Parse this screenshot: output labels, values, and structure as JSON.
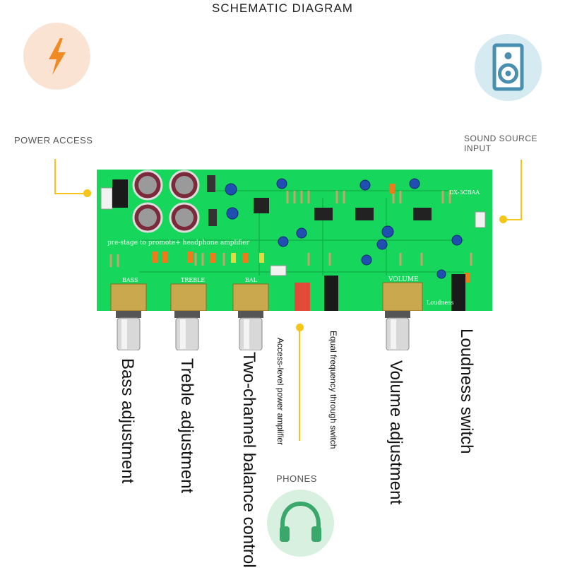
{
  "title": "SCHEMATIC DIAGRAM",
  "callouts": {
    "power": "POWER ACCESS",
    "sound": "SOUND SOURCE INPUT",
    "phones": "PHONES"
  },
  "board": {
    "silk_model": "DX-3CBAA",
    "silk_subtitle": "pre-stage to promote+ headphone amplifier",
    "knob_bass": "BASS",
    "knob_treble": "TREBLE",
    "knob_bal": "BAL",
    "knob_volume": "VOLUME",
    "switch_loudness": "Loudness"
  },
  "labels": {
    "bass": "Bass adjustment",
    "treble": "Treble adjustment",
    "balance": "Two-channel balance control",
    "access": "Access-level power amplifier",
    "equal": "Equal frequency through switch",
    "volume": "Volume adjustment",
    "loudness": "Loudness switch"
  },
  "colors": {
    "pcb": "#17d65c",
    "accent_yellow": "#f5c518",
    "power_bg": "#fbe3d3",
    "power_icon": "#f08a24",
    "sound_bg": "#d6eaf2",
    "sound_icon": "#4a8fb0",
    "phones_bg": "#d8f0df",
    "phones_icon": "#3aa86a"
  }
}
